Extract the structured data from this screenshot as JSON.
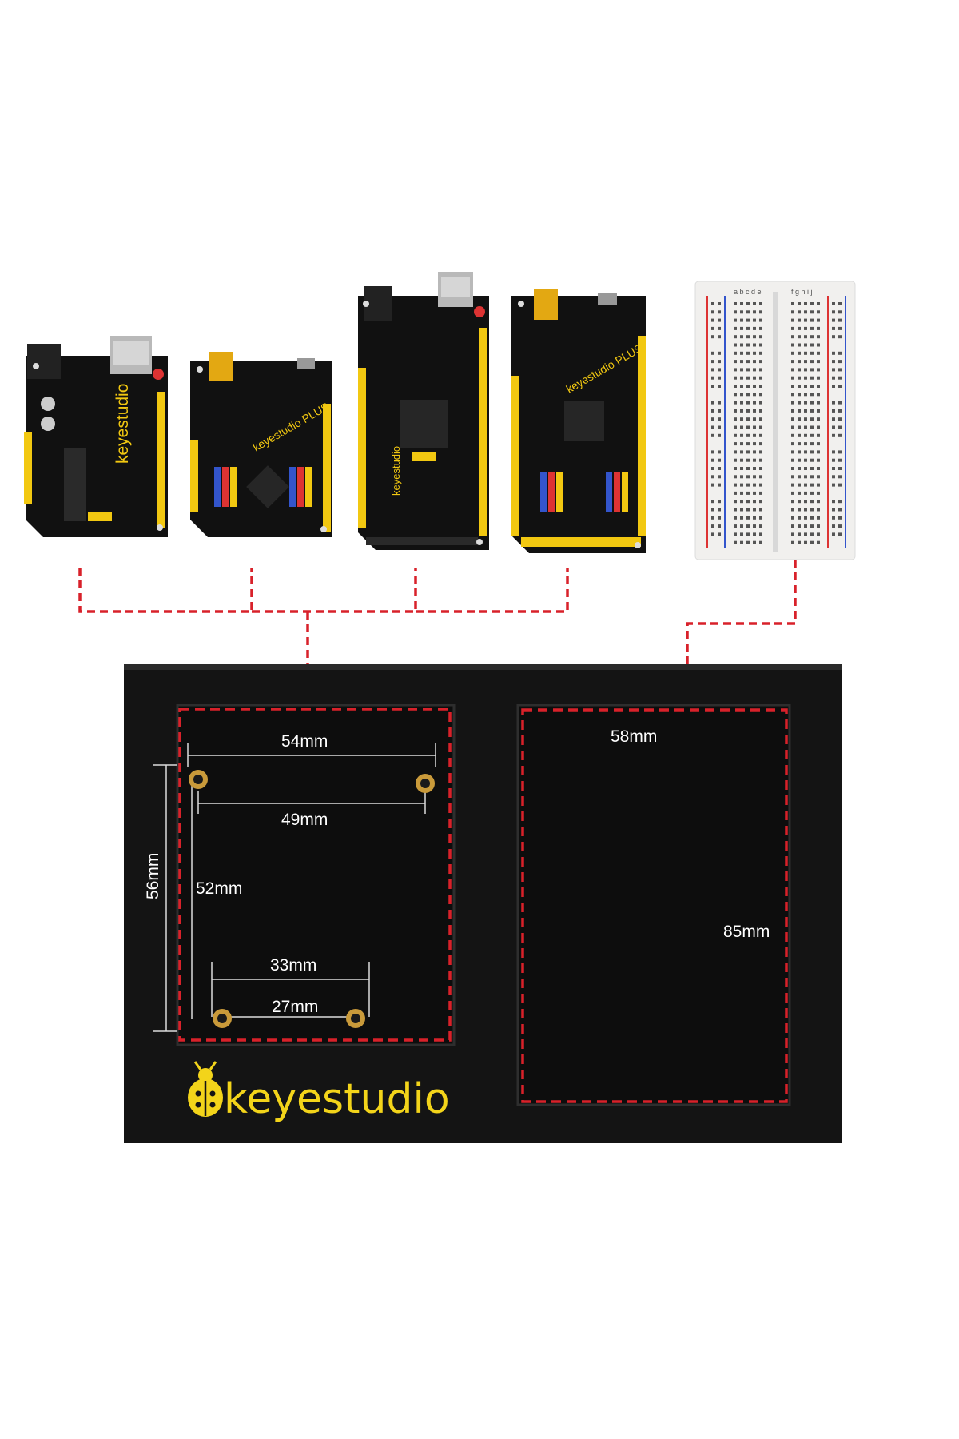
{
  "boards": [
    {
      "name": "keyestudio",
      "type": "uno"
    },
    {
      "name": "keyestudio PLUS",
      "type": "uno-plus"
    },
    {
      "name": "keyestudio",
      "type": "mega"
    },
    {
      "name": "keyestudio PLUS",
      "type": "mega-plus"
    },
    {
      "name": "",
      "type": "breadboard"
    }
  ],
  "breadboard_cols_left": "a b c d e",
  "breadboard_cols_right": "f g h i j",
  "dimensions": {
    "top_width": "54mm",
    "hole_span_top": "49mm",
    "height_outer": "56mm",
    "height_inner": "52mm",
    "bottom_width": "33mm",
    "hole_span_bottom": "27mm",
    "right_width": "58mm",
    "right_height": "85mm"
  },
  "logo": "keyestudio",
  "colors": {
    "plate": "#141414",
    "dash": "#d8212a",
    "logo": "#f3d41a",
    "pcb": "#111111",
    "header": "#f2c811"
  }
}
